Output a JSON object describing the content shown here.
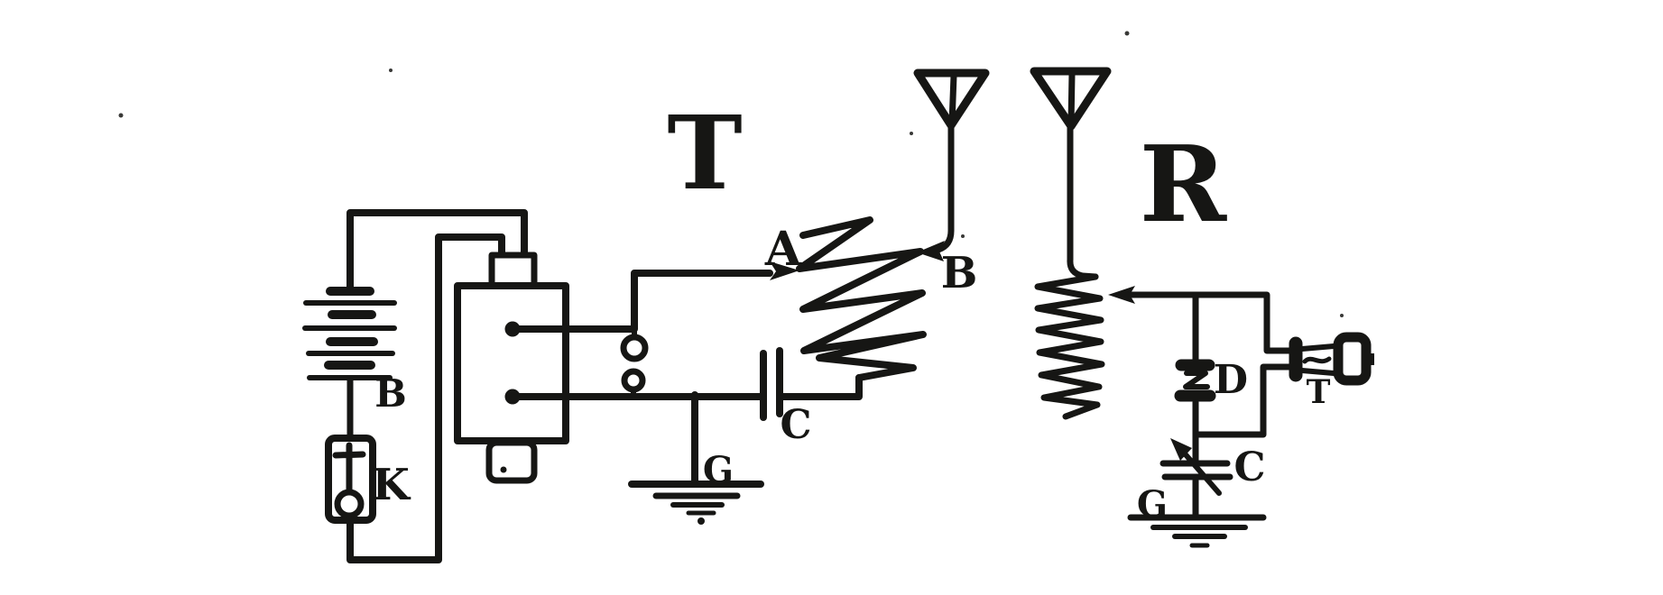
{
  "page": {
    "kind": "scanned-schematic-figure",
    "background": "#ffffff",
    "ink": "#161614",
    "description": "Spark-gap wireless telegraph circuit: transmitter T and receiver R"
  },
  "transmitter": {
    "title": "T",
    "labels": {
      "battery": "B",
      "key": "K",
      "tap_a": "A",
      "tap_b": "B",
      "capacitor": "C",
      "ground": "G"
    },
    "components": [
      "battery",
      "telegraph-key",
      "induction-coil",
      "spark-gap",
      "helix-coil",
      "antenna",
      "capacitor",
      "ground"
    ]
  },
  "receiver": {
    "title": "R",
    "labels": {
      "detector": "D",
      "phone": "T",
      "capacitor": "C",
      "ground": "G"
    },
    "components": [
      "antenna",
      "tuning-coil",
      "crystal-detector",
      "telephone-receiver",
      "variable-capacitor",
      "ground"
    ]
  }
}
